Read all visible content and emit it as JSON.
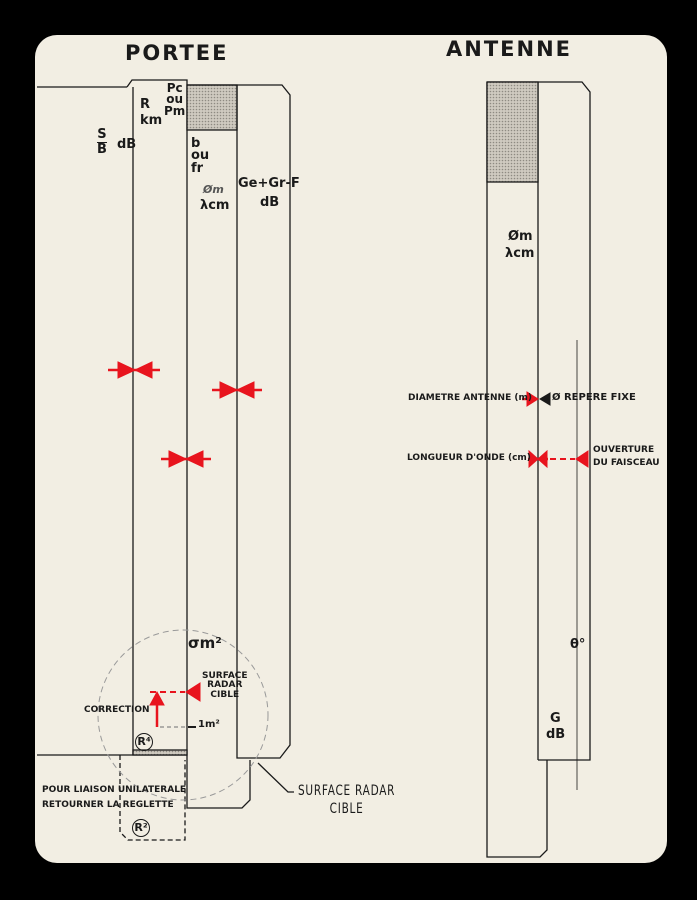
{
  "portee": {
    "title": "PORTEE",
    "sb_num": "S",
    "sb_den": "B",
    "sb_unit": "dB",
    "r_label": "R",
    "r_unit": "km",
    "p_label": "Pc\nou\nPm",
    "b_label": "b\nou\nfr",
    "diam_label": "Øm",
    "lambda_label": "λcm",
    "gain_label": "Ge+Gr-F",
    "gain_unit": "dB",
    "sigma_label": "σm²",
    "surface_small": "SURFACE\nRADAR\nCIBLE",
    "correction": "CORRECTION",
    "one_m2": "1m²",
    "r4": "R⁴",
    "r2": "R²",
    "note_line1": "POUR LIAISON UNILATERALE",
    "note_line2": "RETOURNER LA REGLETTE",
    "surface_big": "SURFACE RADAR\nCIBLE"
  },
  "antenne": {
    "title": "ANTENNE",
    "diam_label": "Øm",
    "lambda_label": "λcm",
    "diam_antenne": "DIAMETRE ANTENNE (m)",
    "repere_fixe": "Ø REPERE FIXE",
    "longueur_onde": "LONGUEUR D'ONDE (cm)",
    "ouverture": "OUVERTURE\nDU FAISCEAU",
    "theta": "θ°",
    "g_label": "G",
    "g_unit": "dB"
  },
  "colors": {
    "marker": "#e8141e",
    "paper": "#f2eee3",
    "ink": "#1a1a1a"
  }
}
